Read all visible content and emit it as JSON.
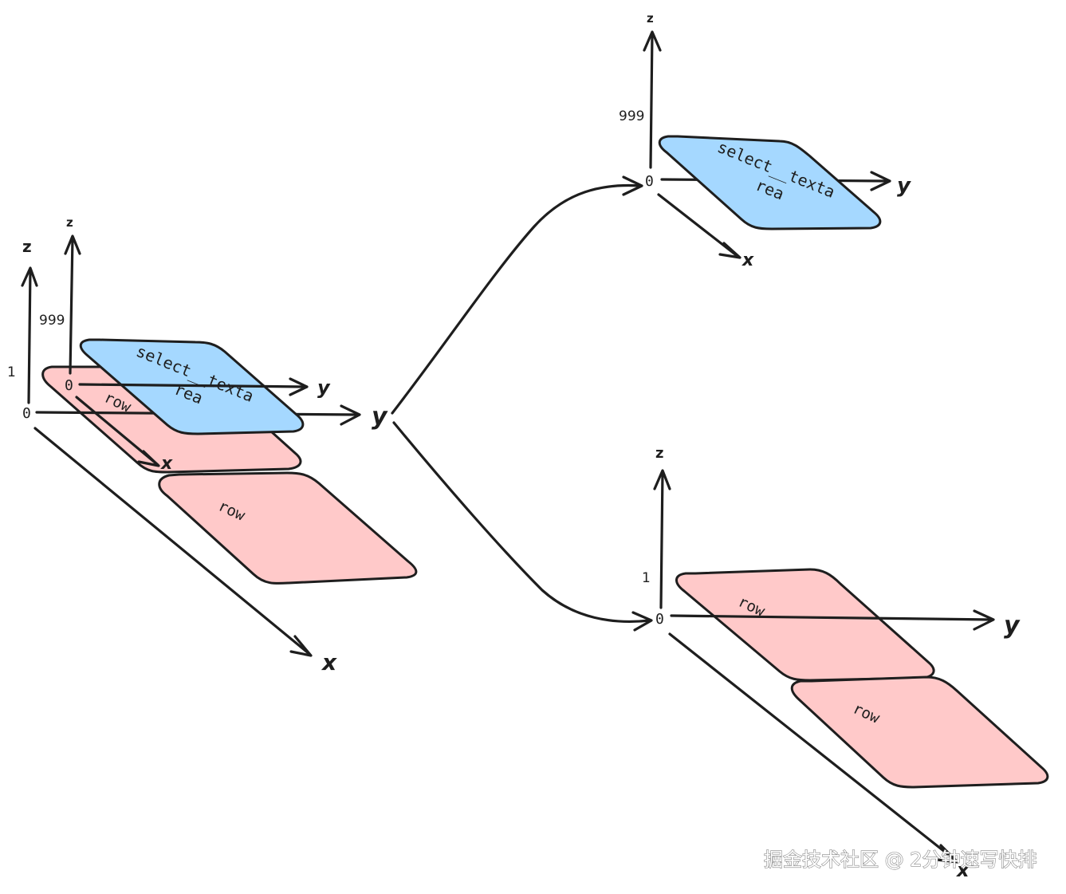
{
  "diagram": {
    "left_group": {
      "outer_axes": {
        "z": "z",
        "y": "y",
        "x": "x",
        "origin": "0",
        "z_tick": "1"
      },
      "inner_axes": {
        "z": "z",
        "y": "y",
        "x": "x",
        "origin": "0",
        "z_tick": "999"
      },
      "blue_card": {
        "line1": "select__texta",
        "line2": "rea"
      },
      "pink_card_1": "row",
      "pink_card_2": "row"
    },
    "top_right_group": {
      "axes": {
        "z": "z",
        "y": "y",
        "x": "x",
        "origin": "0",
        "z_tick": "999"
      },
      "blue_card": {
        "line1": "select__texta",
        "line2": "rea"
      }
    },
    "bottom_right_group": {
      "axes": {
        "z": "z",
        "y": "y",
        "x": "x",
        "origin": "0",
        "z_tick": "1"
      },
      "pink_card_1": "row",
      "pink_card_2": "row"
    },
    "colors": {
      "pink_fill": "#ffc9c9",
      "blue_fill": "#a5d8ff",
      "stroke": "#1e1e1e"
    }
  },
  "watermark": "掘金技术社区 @ 2分钟速写快排"
}
